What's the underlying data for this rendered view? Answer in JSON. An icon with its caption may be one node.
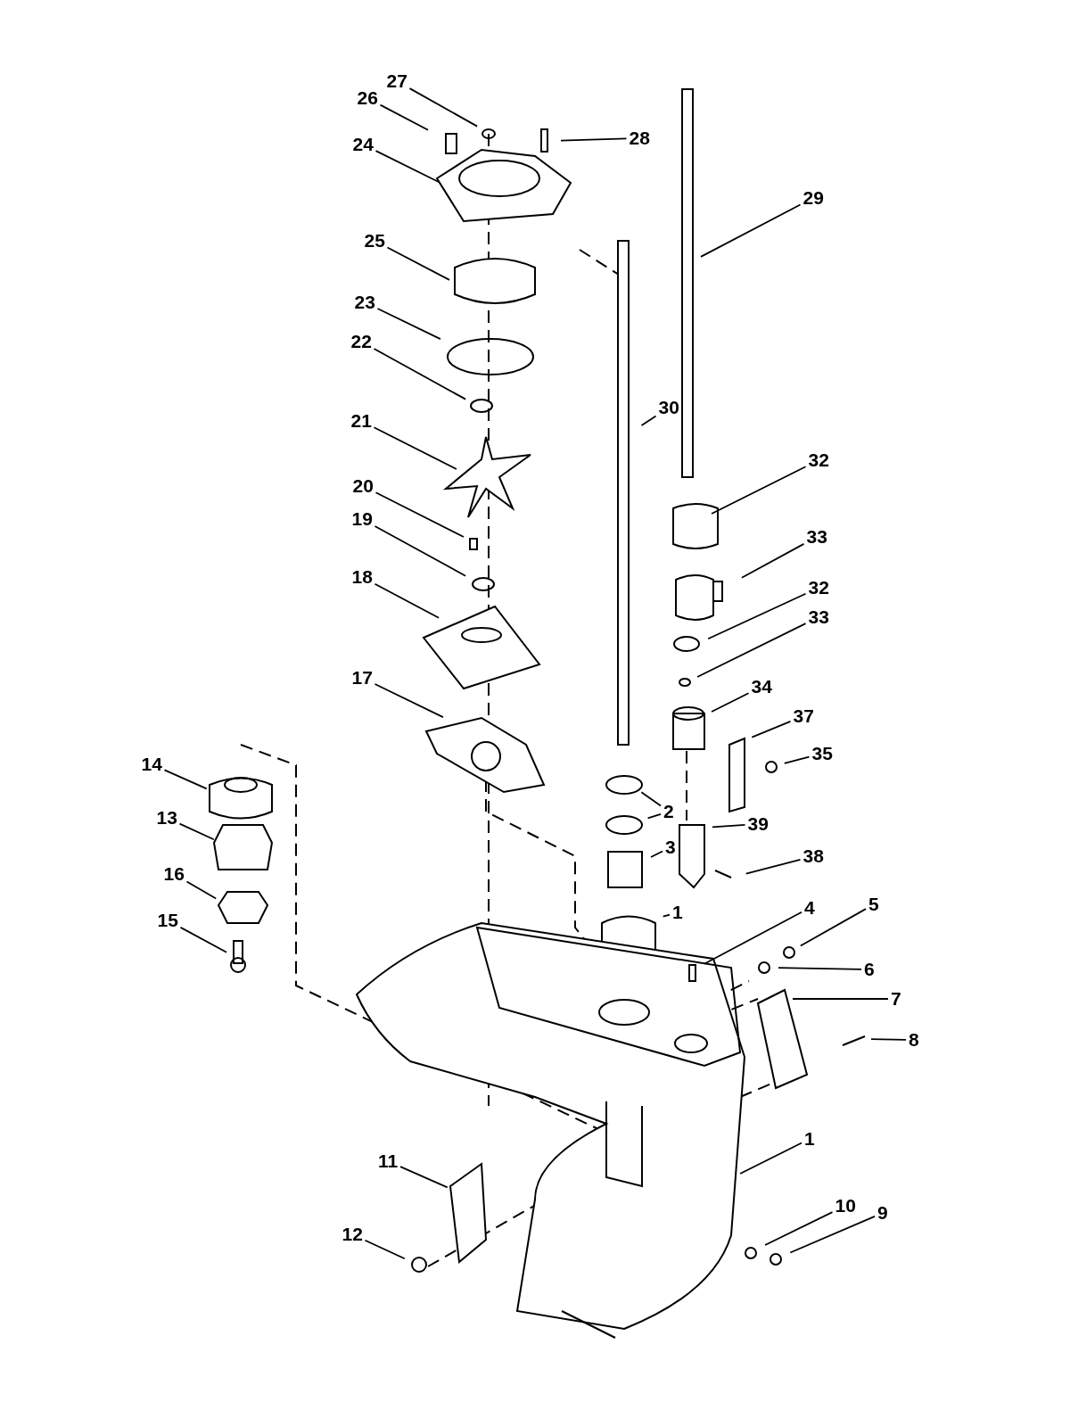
{
  "diagram": {
    "nodes": [
      {
        "text": [
          "27"
        ]
      },
      {
        "text": [
          "26"
        ]
      },
      {
        "text": [
          "24"
        ]
      },
      {
        "text": [
          "28"
        ]
      },
      {
        "text": [
          "29"
        ]
      },
      {
        "text": [
          "25"
        ]
      },
      {
        "text": [
          "23"
        ]
      },
      {
        "text": [
          "22"
        ]
      },
      {
        "text": [
          "30"
        ]
      },
      {
        "text": [
          "21"
        ]
      },
      {
        "text": [
          "32"
        ]
      },
      {
        "text": [
          "20"
        ]
      },
      {
        "text": [
          "19"
        ]
      },
      {
        "text": [
          "33"
        ]
      },
      {
        "text": [
          "18"
        ]
      },
      {
        "text": [
          "32"
        ]
      },
      {
        "text": [
          "33"
        ]
      },
      {
        "text": [
          "34"
        ]
      },
      {
        "text": [
          "37"
        ]
      },
      {
        "text": [
          "17"
        ]
      },
      {
        "text": [
          "35"
        ]
      },
      {
        "text": [
          "14"
        ]
      },
      {
        "text": [
          "2"
        ]
      },
      {
        "text": [
          "39"
        ]
      },
      {
        "text": [
          "38"
        ]
      },
      {
        "text": [
          "13"
        ]
      },
      {
        "text": [
          "3"
        ]
      },
      {
        "text": [
          "16"
        ]
      },
      {
        "text": [
          "1"
        ]
      },
      {
        "text": [
          "4"
        ]
      },
      {
        "text": [
          "5"
        ]
      },
      {
        "text": [
          "15"
        ]
      },
      {
        "text": [
          "6"
        ]
      },
      {
        "text": [
          "7"
        ]
      },
      {
        "text": [
          "8"
        ]
      },
      {
        "text": [
          "1"
        ]
      },
      {
        "text": [
          "11"
        ]
      },
      {
        "text": [
          "10"
        ]
      },
      {
        "text": [
          "9"
        ]
      },
      {
        "text": [
          "12"
        ]
      }
    ],
    "edges": [
      {
        "from": 0,
        "to": null,
        "arrow": "none"
      },
      {
        "from": 1,
        "to": null,
        "arrow": "none"
      },
      {
        "from": 2,
        "to": null,
        "arrow": "none"
      },
      {
        "from": 3,
        "to": null,
        "arrow": "none"
      },
      {
        "from": 4,
        "to": null,
        "arrow": "none"
      },
      {
        "from": 5,
        "to": null,
        "arrow": "none"
      },
      {
        "from": 6,
        "to": null,
        "arrow": "none"
      },
      {
        "from": 7,
        "to": null,
        "arrow": "none"
      },
      {
        "from": 8,
        "to": null,
        "arrow": "none"
      },
      {
        "from": 9,
        "to": null,
        "arrow": "none"
      },
      {
        "from": 10,
        "to": null,
        "arrow": "none"
      },
      {
        "from": 11,
        "to": null,
        "arrow": "none"
      },
      {
        "from": 12,
        "to": null,
        "arrow": "none"
      },
      {
        "from": 13,
        "to": null,
        "arrow": "none"
      },
      {
        "from": 14,
        "to": null,
        "arrow": "none"
      },
      {
        "from": 15,
        "to": null,
        "arrow": "none"
      },
      {
        "from": 16,
        "to": null,
        "arrow": "none"
      },
      {
        "from": 17,
        "to": null,
        "arrow": "none"
      },
      {
        "from": 18,
        "to": null,
        "arrow": "none"
      },
      {
        "from": 19,
        "to": null,
        "arrow": "none"
      },
      {
        "from": 20,
        "to": null,
        "arrow": "none"
      },
      {
        "from": 21,
        "to": null,
        "arrow": "none"
      },
      {
        "from": 22,
        "to": null,
        "arrow": "none"
      },
      {
        "from": 22,
        "to": null,
        "arrow": "none"
      },
      {
        "from": 23,
        "to": null,
        "arrow": "none"
      },
      {
        "from": 24,
        "to": null,
        "arrow": "none"
      },
      {
        "from": 25,
        "to": null,
        "arrow": "none"
      },
      {
        "from": 26,
        "to": null,
        "arrow": "none"
      },
      {
        "from": 27,
        "to": null,
        "arrow": "none"
      },
      {
        "from": 28,
        "to": null,
        "arrow": "none"
      },
      {
        "from": 29,
        "to": null,
        "arrow": "none"
      },
      {
        "from": 30,
        "to": null,
        "arrow": "none"
      },
      {
        "from": 31,
        "to": null,
        "arrow": "none"
      },
      {
        "from": 32,
        "to": null,
        "arrow": "none"
      },
      {
        "from": 33,
        "to": null,
        "arrow": "none"
      },
      {
        "from": 34,
        "to": null,
        "arrow": "none"
      },
      {
        "from": 35,
        "to": null,
        "arrow": "none"
      },
      {
        "from": 36,
        "to": null,
        "arrow": "none"
      },
      {
        "from": 37,
        "to": null,
        "arrow": "none"
      },
      {
        "from": 38,
        "to": null,
        "arrow": "none"
      },
      {
        "from": 39,
        "to": null,
        "arrow": "none"
      }
    ]
  }
}
